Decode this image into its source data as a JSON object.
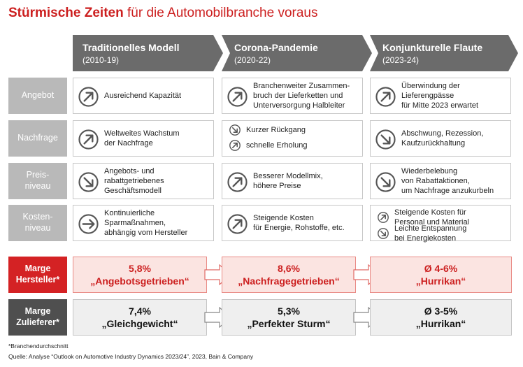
{
  "title": {
    "bold": "Stürmische Zeiten",
    "rest": " für die Automobilbranche voraus"
  },
  "columns": [
    {
      "title": "Traditionelles Modell",
      "period": "(2010-19)"
    },
    {
      "title": "Corona-Pandemie",
      "period": "(2020-22)"
    },
    {
      "title": "Konjunkturelle Flaute",
      "period": "(2023-24)"
    }
  ],
  "rows": [
    {
      "label": "Angebot",
      "cells": [
        {
          "icon": "arrow-up-right-icon",
          "text": "Ausreichend Kapazität"
        },
        {
          "icon": "arrow-up-right-icon",
          "text": "Branchenweiter Zusammen-\nbruch der Lieferketten und\nUnterversorgung Halbleiter"
        },
        {
          "icon": "arrow-up-right-icon",
          "text": "Überwindung der\nLieferengpässe\nfür Mitte 2023 erwartet"
        }
      ]
    },
    {
      "label": "Nachfrage",
      "cells": [
        {
          "icon": "arrow-up-right-icon",
          "text": "Weltweites Wachstum\nder Nachfrage"
        },
        {
          "sub": [
            {
              "icon": "arrow-down-right-icon",
              "text": "Kurzer Rückgang"
            },
            {
              "icon": "arrow-up-right-icon",
              "text": "schnelle Erholung"
            }
          ]
        },
        {
          "icon": "arrow-down-right-icon",
          "text": "Abschwung, Rezession,\nKaufzurückhaltung"
        }
      ]
    },
    {
      "label": "Preis-\nniveau",
      "cells": [
        {
          "icon": "arrow-down-right-icon",
          "text": "Angebots- und\nrabattgetriebenes\nGeschäftsmodell"
        },
        {
          "icon": "arrow-up-right-icon",
          "text": "Besserer Modellmix,\nhöhere Preise"
        },
        {
          "icon": "arrow-down-right-icon",
          "text": "Wiederbelebung\nvon Rabattaktionen,\num Nachfrage anzukurbeln"
        }
      ]
    },
    {
      "label": "Kosten-\nniveau",
      "cells": [
        {
          "icon": "arrow-right-icon",
          "text": "Kontinuierliche\nSparmaßnahmen,\nabhängig vom Hersteller"
        },
        {
          "icon": "arrow-up-right-icon",
          "text": "Steigende Kosten\nfür Energie, Rohstoffe, etc."
        },
        {
          "sub": [
            {
              "icon": "arrow-up-right-icon",
              "text": "Steigende Kosten für\nPersonal und Material"
            },
            {
              "icon": "arrow-down-right-icon",
              "text": "Leichte Entspannung\nbei Energiekosten"
            }
          ]
        }
      ]
    }
  ],
  "marge_hersteller": {
    "label": "Marge\nHersteller*",
    "values": [
      {
        "value": "5,8%",
        "desc": "„Angebotsgetrieben“"
      },
      {
        "value": "8,6%",
        "desc": "„Nachfragegetrieben“"
      },
      {
        "value": "Ø 4-6%",
        "desc": "„Hurrikan“"
      }
    ]
  },
  "marge_zulieferer": {
    "label": "Marge\nZulieferer*",
    "values": [
      {
        "value": "7,4%",
        "desc": "„Gleichgewicht“"
      },
      {
        "value": "5,3%",
        "desc": "„Perfekter Sturm“"
      },
      {
        "value": "Ø 3-5%",
        "desc": "„Hurrikan“"
      }
    ]
  },
  "footnote": "*Branchendurchschnitt",
  "source": "Quelle: Analyse “Outlook on Automotive Industry Dynamics 2023/24”, 2023, Bain & Company",
  "colors": {
    "red": "#d42224",
    "gray": "#b9b9b9",
    "dark": "#4f4f4f",
    "header": "#6b6b6b"
  }
}
